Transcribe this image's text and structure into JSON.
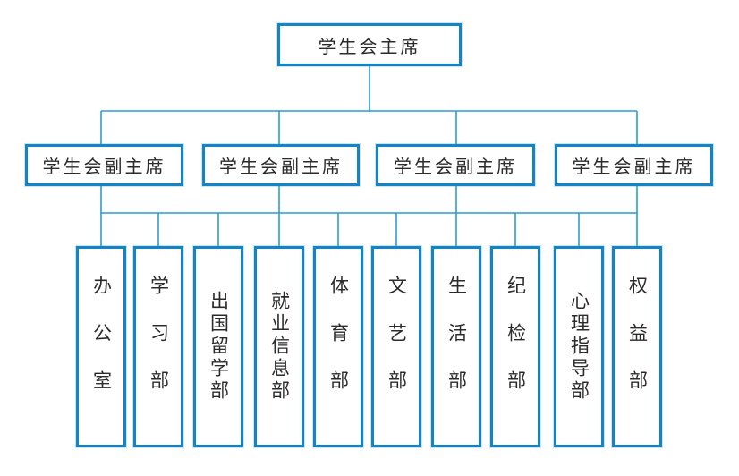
{
  "org": {
    "president": {
      "label": "学生会主席"
    },
    "vice_presidents": [
      {
        "label": "学生会副主席"
      },
      {
        "label": "学生会副主席"
      },
      {
        "label": "学生会副主席"
      },
      {
        "label": "学生会副主席"
      }
    ],
    "departments": [
      {
        "name": "办公室"
      },
      {
        "name": "学习部"
      },
      {
        "name": "出国留学部"
      },
      {
        "name": "就业信息部"
      },
      {
        "name": "体育部"
      },
      {
        "name": "文艺部"
      },
      {
        "name": "生活部"
      },
      {
        "name": "纪检部"
      },
      {
        "name": "心理指导部"
      },
      {
        "name": "权益部"
      }
    ]
  },
  "colors": {
    "box_border": "#1385c6",
    "connector_line": "#2b9cd3",
    "text": "#2b2b2b",
    "background": "#ffffff"
  }
}
